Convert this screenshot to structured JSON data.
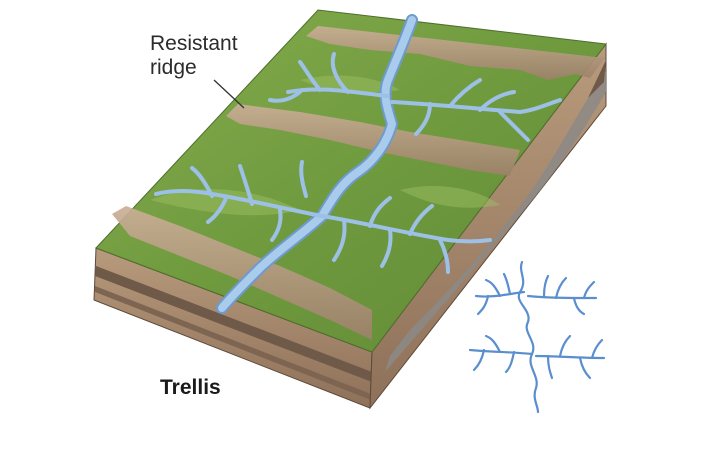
{
  "labels": {
    "ridge_line1": "Resistant",
    "ridge_line2": "ridge",
    "title": "Trellis"
  },
  "colors": {
    "grass": "#6e9a3f",
    "grass_light": "#8cb256",
    "rock": "#b99d83",
    "rock_dark": "#8a6f5a",
    "soil_side": "#a98b6f",
    "soil_band": "#6f5948",
    "river": "#9fc2e6",
    "river_edge": "#6e9bcf",
    "pattern_line": "#5b8ecf",
    "text": "#2b2b2b"
  }
}
